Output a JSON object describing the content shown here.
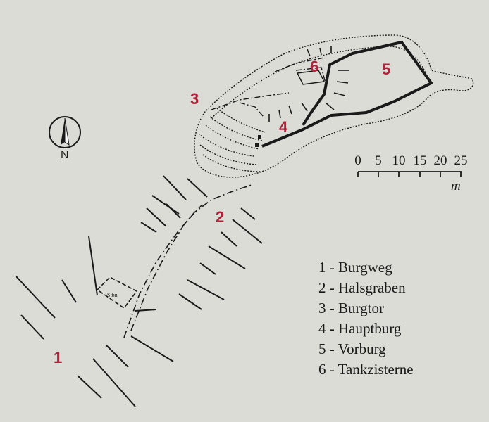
{
  "map_labels": [
    "1",
    "2",
    "3",
    "4",
    "5",
    "6"
  ],
  "legend": [
    "1 - Burgweg",
    "2 - Halsgraben",
    "3 - Burgtor",
    "4 - Hauptburg",
    "5 - Vorburg",
    "6 - Tankzisterne"
  ],
  "scale": {
    "ticks": [
      "0",
      "5",
      "10",
      "15",
      "20",
      "25"
    ],
    "unit": "m"
  },
  "compass": {
    "label": "N"
  },
  "ruin_label": "Stbn",
  "colors": {
    "background": "#dcdcd6",
    "ink": "#1a1a1a",
    "label_red": "#b0213a"
  }
}
